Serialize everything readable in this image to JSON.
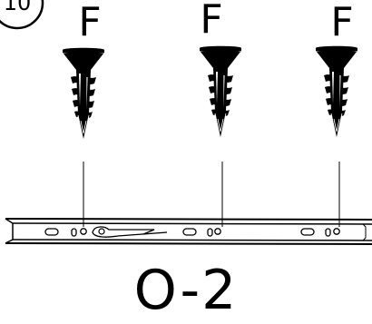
{
  "step": {
    "number": "10"
  },
  "screws": [
    {
      "label": "F",
      "icon": "wood-screw-icon"
    },
    {
      "label": "F",
      "icon": "wood-screw-icon"
    },
    {
      "label": "F",
      "icon": "wood-screw-icon"
    }
  ],
  "rail": {
    "icon": "drawer-slide-rail-icon"
  },
  "part": {
    "code": "O-2"
  }
}
